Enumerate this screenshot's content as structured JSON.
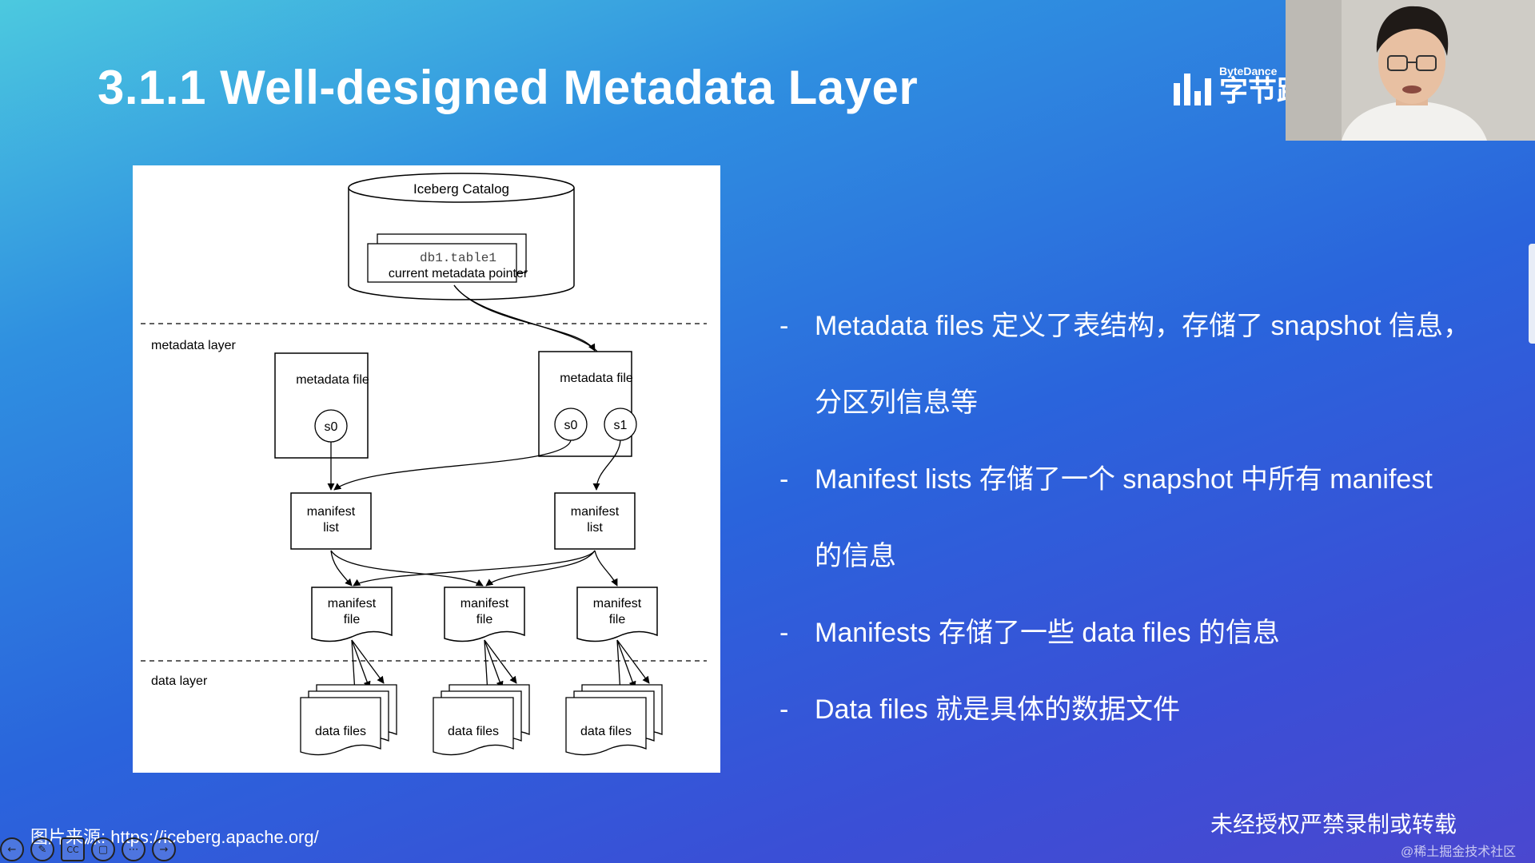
{
  "slide": {
    "title": "3.1.1  Well-designed Metadata Layer",
    "source_note": "图片来源: https://iceberg.apache.org/",
    "warning": "未经授权严禁录制或转载",
    "watermark": "@稀土掘金技术社区"
  },
  "logo": {
    "en": "ByteDance",
    "cn": "字节跳动"
  },
  "diagram": {
    "catalog": "Iceberg Catalog",
    "table_code": "db1.table1",
    "pointer": "current metadata pointer",
    "metadata_layer": "metadata layer",
    "data_layer": "data layer",
    "metadata_file": "metadata file",
    "s0": "s0",
    "s1": "s1",
    "manifest": "manifest",
    "list": "list",
    "file": "file",
    "data_files": "data files"
  },
  "bullets": [
    {
      "dash": "-",
      "text": "Metadata files 定义了表结构，存储了 snapshot 信息，"
    },
    {
      "dash": "",
      "text": "分区列信息等"
    },
    {
      "dash": "-",
      "text": "Manifest lists 存储了一个 snapshot 中所有 manifest"
    },
    {
      "dash": "",
      "text": "的信息"
    },
    {
      "dash": "-",
      "text": "Manifests 存储了一些 data files 的信息"
    },
    {
      "dash": "-",
      "text": "Data files 就是具体的数据文件"
    }
  ],
  "controls": [
    {
      "icon": "back-icon",
      "glyph": "←"
    },
    {
      "icon": "pen-icon",
      "glyph": "✎"
    },
    {
      "icon": "cc-icon",
      "glyph": "CC"
    },
    {
      "icon": "camera-off-icon",
      "glyph": "▢"
    },
    {
      "icon": "more-icon",
      "glyph": "⋯"
    },
    {
      "icon": "forward-icon",
      "glyph": "→"
    }
  ]
}
